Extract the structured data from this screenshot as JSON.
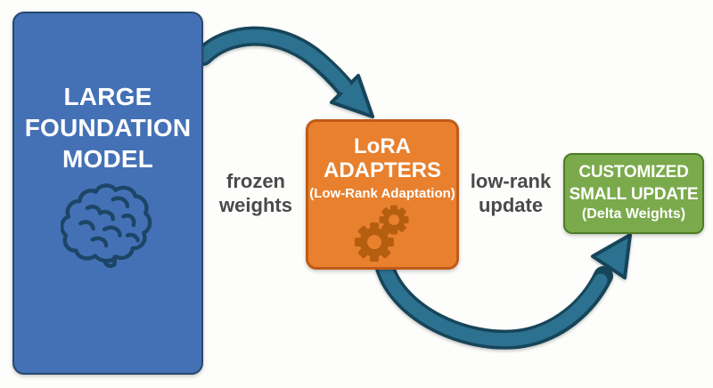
{
  "colors": {
    "bg": "#fdfdfb",
    "blue-fill": "#4471b6",
    "blue-border": "#27496f",
    "brain": "#1d4566",
    "orange-fill": "#e8802e",
    "orange-border": "#bf5b16",
    "gear": "#b55e10",
    "green-fill": "#7baa4c",
    "green-border": "#4d7c27",
    "teal": "#2d7190",
    "teal-dark": "#16455a",
    "label-text": "#4a4a4a",
    "box-text": "#ffffff"
  },
  "boxes": {
    "foundation": {
      "lines": [
        "LARGE",
        "FOUNDATION",
        "MODEL"
      ],
      "icon": "brain-icon"
    },
    "adapters": {
      "lines": [
        "LoRA",
        "ADAPTERS"
      ],
      "subtitle": "(Low-Rank Adaptation)",
      "icon": "gears-icon"
    },
    "update": {
      "lines": [
        "CUSTOMIZED",
        "SMALL UPDATE"
      ],
      "subtitle": "(Delta Weights)"
    }
  },
  "labels": {
    "frozen": {
      "lines": [
        "frozen",
        "weights"
      ]
    },
    "lowrank": {
      "lines": [
        "low-rank",
        "update"
      ]
    }
  }
}
